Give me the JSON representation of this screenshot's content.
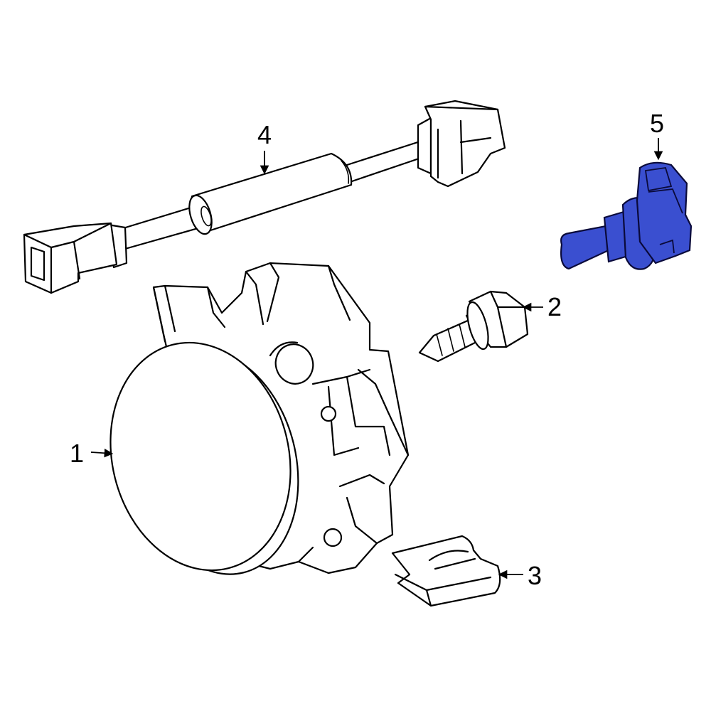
{
  "diagram": {
    "highlight_color": "#3a4fd0",
    "parts": [
      {
        "number": "1",
        "name": "fog-lamp-assembly"
      },
      {
        "number": "2",
        "name": "bolt"
      },
      {
        "number": "3",
        "name": "clip-nut"
      },
      {
        "number": "4",
        "name": "wiring-harness"
      },
      {
        "number": "5",
        "name": "bulb"
      }
    ]
  },
  "callouts": {
    "part_1": "1",
    "part_2": "2",
    "part_3": "3",
    "part_4": "4",
    "part_5": "5"
  }
}
